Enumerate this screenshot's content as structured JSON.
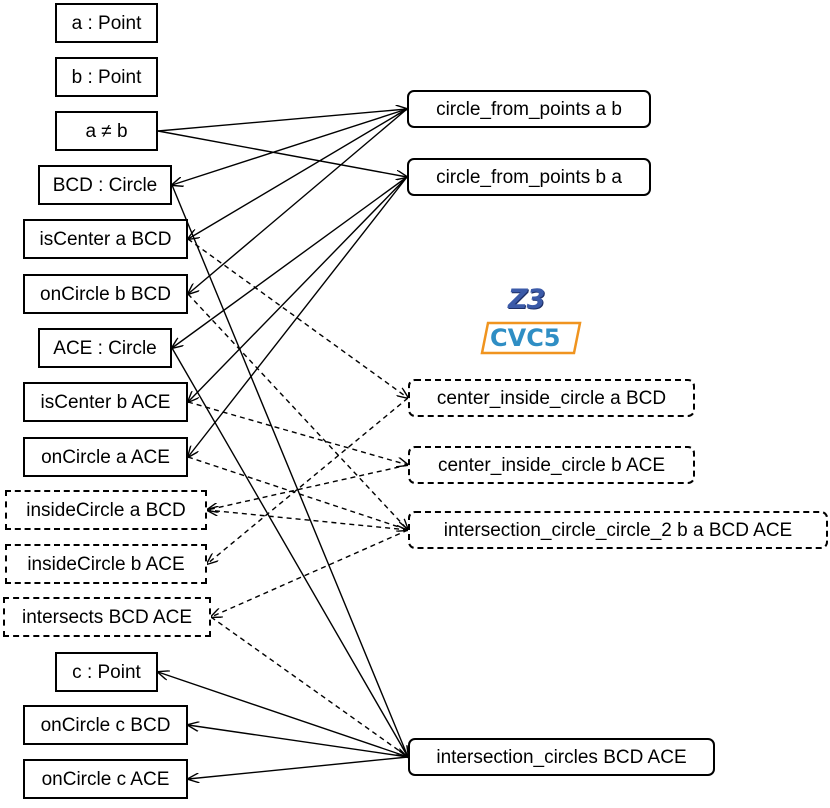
{
  "nodes": [
    {
      "id": "n_a_point",
      "label": "a : Point"
    },
    {
      "id": "n_b_point",
      "label": "b : Point"
    },
    {
      "id": "n_a_neq_b",
      "label": "a ≠ b"
    },
    {
      "id": "n_bcd_circle",
      "label": "BCD : Circle"
    },
    {
      "id": "n_iscenter_a_bcd",
      "label": "isCenter a BCD"
    },
    {
      "id": "n_oncircle_b_bcd",
      "label": "onCircle b BCD"
    },
    {
      "id": "n_ace_circle",
      "label": "ACE : Circle"
    },
    {
      "id": "n_iscenter_b_ace",
      "label": "isCenter b ACE"
    },
    {
      "id": "n_oncircle_a_ace",
      "label": "onCircle a ACE"
    },
    {
      "id": "n_insidecircle_a_bcd",
      "label": "insideCircle a BCD"
    },
    {
      "id": "n_insidecircle_b_ace",
      "label": "insideCircle b ACE"
    },
    {
      "id": "n_intersects_bcd_ace",
      "label": "intersects BCD ACE"
    },
    {
      "id": "n_c_point",
      "label": "c : Point"
    },
    {
      "id": "n_oncircle_c_bcd",
      "label": "onCircle c BCD"
    },
    {
      "id": "n_oncircle_c_ace",
      "label": "onCircle c ACE"
    },
    {
      "id": "n_circle_from_points_ab",
      "label": "circle_from_points a b"
    },
    {
      "id": "n_circle_from_points_ba",
      "label": "circle_from_points b a"
    },
    {
      "id": "n_center_inside_circle_a_bcd",
      "label": "center_inside_circle a BCD"
    },
    {
      "id": "n_center_inside_circle_b_ace",
      "label": "center_inside_circle b ACE"
    },
    {
      "id": "n_intersection_circle_circle_2",
      "label": "intersection_circle_circle_2 b a BCD ACE"
    },
    {
      "id": "n_intersection_circles",
      "label": "intersection_circles BCD ACE"
    }
  ],
  "logos": {
    "z3": "Z3",
    "cvc5": "CVC5"
  },
  "edges": [
    {
      "from": "n_a_neq_b",
      "to": "n_circle_from_points_ab",
      "style": "solid"
    },
    {
      "from": "n_a_neq_b",
      "to": "n_circle_from_points_ba",
      "style": "solid"
    },
    {
      "from": "n_circle_from_points_ab",
      "to": "n_bcd_circle",
      "style": "solid"
    },
    {
      "from": "n_circle_from_points_ab",
      "to": "n_iscenter_a_bcd",
      "style": "solid"
    },
    {
      "from": "n_circle_from_points_ab",
      "to": "n_oncircle_b_bcd",
      "style": "solid"
    },
    {
      "from": "n_circle_from_points_ba",
      "to": "n_ace_circle",
      "style": "solid"
    },
    {
      "from": "n_circle_from_points_ba",
      "to": "n_iscenter_b_ace",
      "style": "solid"
    },
    {
      "from": "n_circle_from_points_ba",
      "to": "n_oncircle_a_ace",
      "style": "solid"
    },
    {
      "from": "n_iscenter_a_bcd",
      "to": "n_center_inside_circle_a_bcd",
      "style": "dashed"
    },
    {
      "from": "n_oncircle_b_bcd",
      "to": "n_intersection_circle_circle_2",
      "style": "dashed"
    },
    {
      "from": "n_iscenter_b_ace",
      "to": "n_center_inside_circle_b_ace",
      "style": "dashed"
    },
    {
      "from": "n_oncircle_a_ace",
      "to": "n_intersection_circle_circle_2",
      "style": "dashed"
    },
    {
      "from": "n_center_inside_circle_a_bcd",
      "to": "n_insidecircle_b_ace",
      "style": "dashed"
    },
    {
      "from": "n_center_inside_circle_b_ace",
      "to": "n_insidecircle_a_bcd",
      "style": "dashed"
    },
    {
      "from": "n_intersection_circle_circle_2",
      "to": "n_insidecircle_a_bcd",
      "style": "dashed"
    },
    {
      "from": "n_intersection_circle_circle_2",
      "to": "n_intersects_bcd_ace",
      "style": "dashed"
    },
    {
      "from": "n_bcd_circle",
      "to": "n_intersection_circles",
      "style": "solid"
    },
    {
      "from": "n_ace_circle",
      "to": "n_intersection_circles",
      "style": "solid"
    },
    {
      "from": "n_intersects_bcd_ace",
      "to": "n_intersection_circles",
      "style": "dashed"
    },
    {
      "from": "n_intersection_circles",
      "to": "n_c_point",
      "style": "solid"
    },
    {
      "from": "n_intersection_circles",
      "to": "n_oncircle_c_bcd",
      "style": "solid"
    },
    {
      "from": "n_intersection_circles",
      "to": "n_oncircle_c_ace",
      "style": "solid"
    }
  ]
}
